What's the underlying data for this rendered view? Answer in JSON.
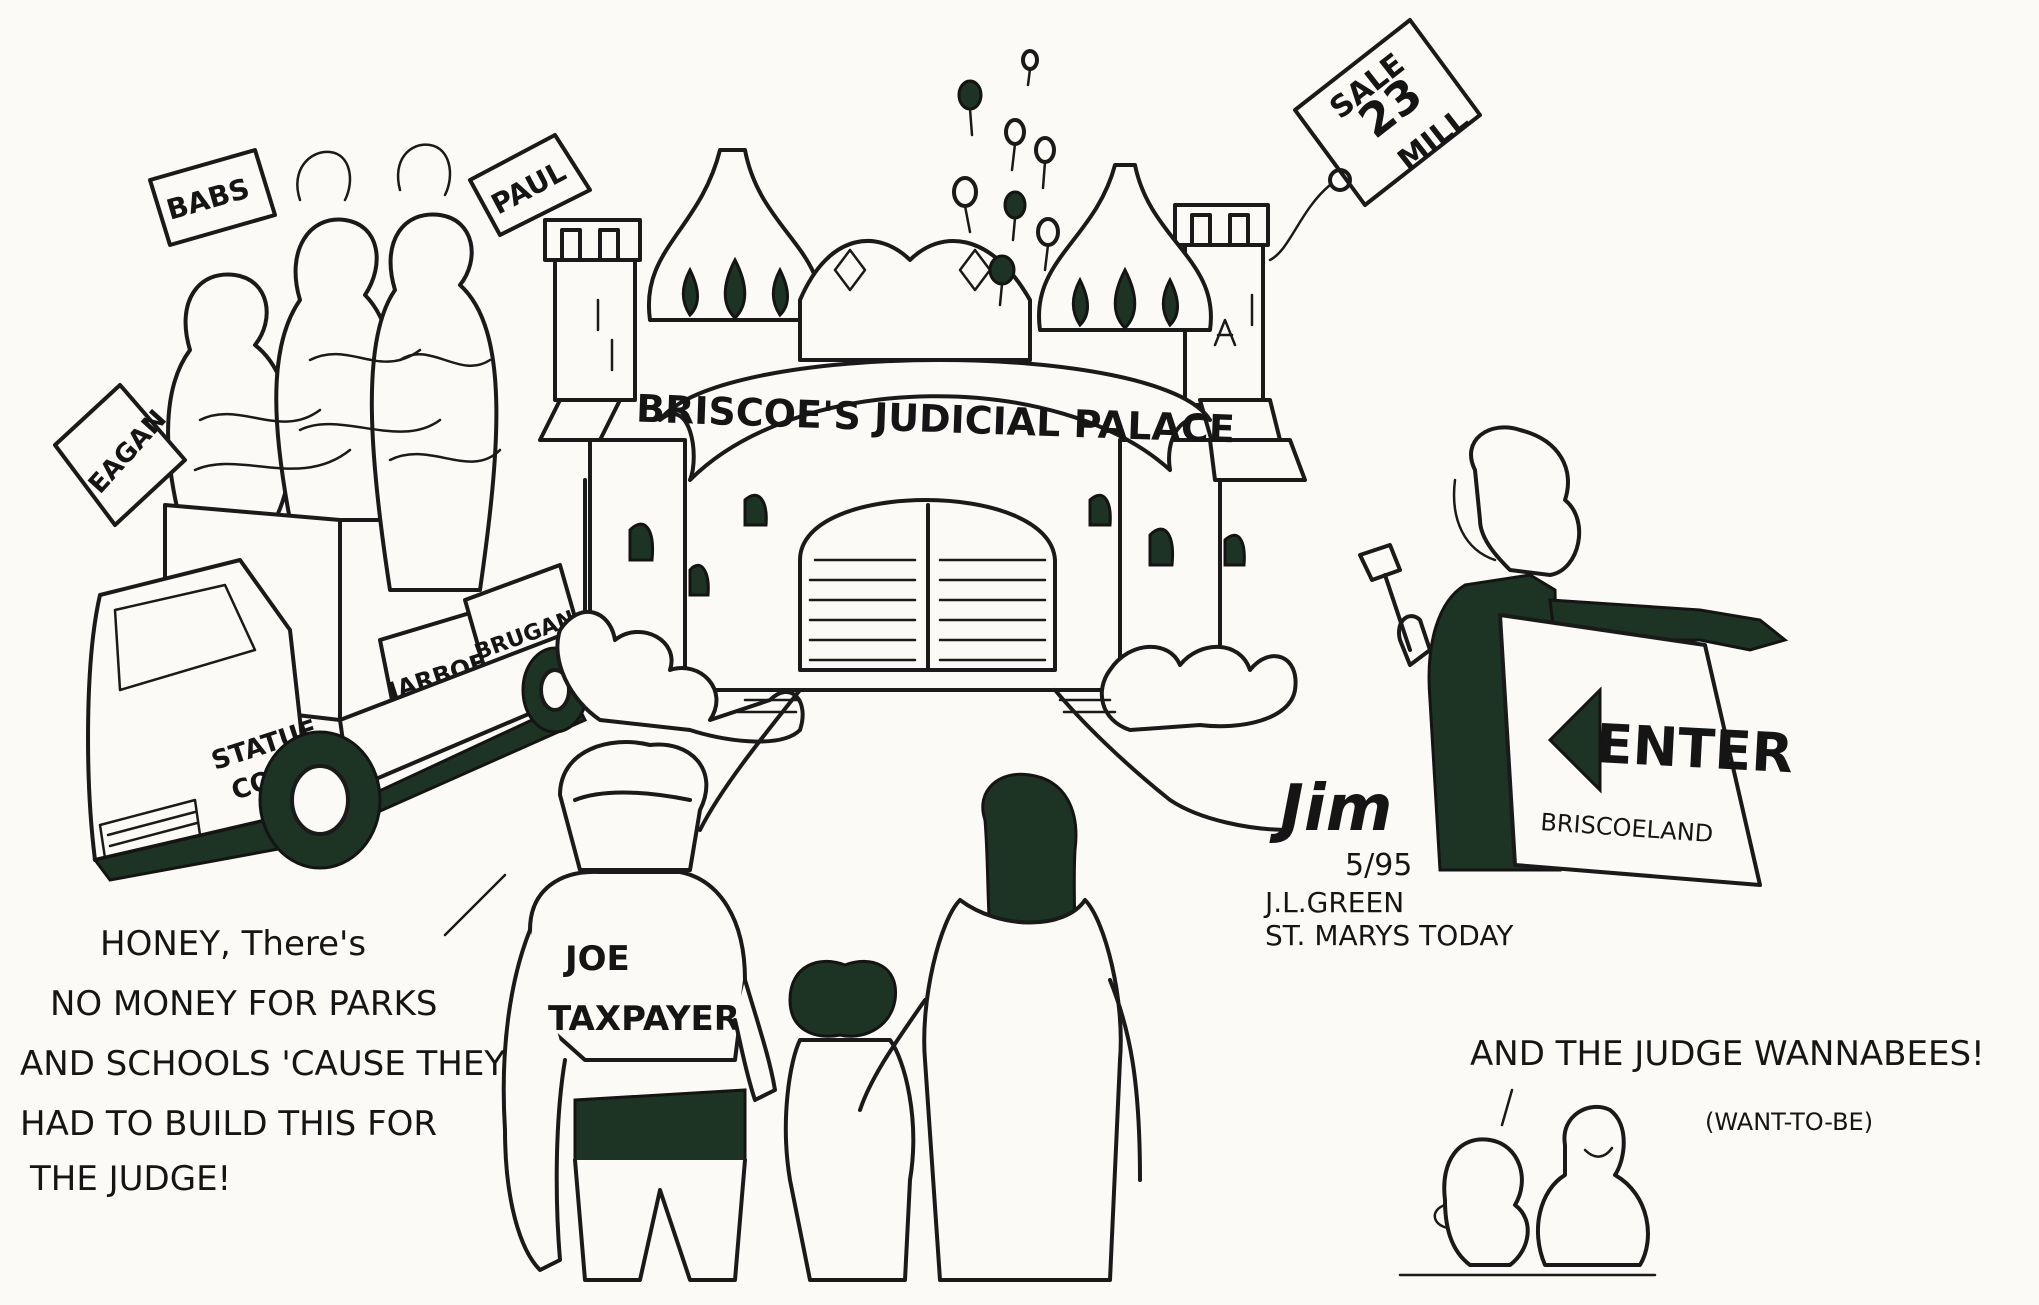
{
  "palace_banner": "BRISCOE'S JUDICIAL PALACE",
  "sale_tag": [
    "SALE",
    "23",
    "MILL"
  ],
  "statue_tags": {
    "left": "EAGAN",
    "middle": "BABS",
    "right": "PAUL",
    "crate_1": "JARBOE",
    "crate_2": "BRUGAN"
  },
  "truck_label": [
    "STATUE",
    "CO."
  ],
  "enter_sign": {
    "main": "ENTER",
    "sub": "BRISCOELAND"
  },
  "shirt_text": [
    "JOE",
    "TAXPAYER"
  ],
  "speech_lines": [
    "HONEY, There's",
    "NO MONEY FOR PARKS",
    "AND SCHOOLS 'CAUSE THEY",
    "HAD TO BUILD THIS FOR",
    "THE JUDGE!"
  ],
  "signature": {
    "name": "Jim",
    "date": "5/95",
    "credit_1": "J.L.GREEN",
    "credit_2": "ST. MARYS TODAY"
  },
  "wannabees_line": "AND THE JUDGE WANNABEES!",
  "wannabees_note": "(WANT-TO-BE)",
  "colors": {
    "ink": "#1a1a1a",
    "dark_green": "#1d3324",
    "paper": "#fbfaf6"
  }
}
